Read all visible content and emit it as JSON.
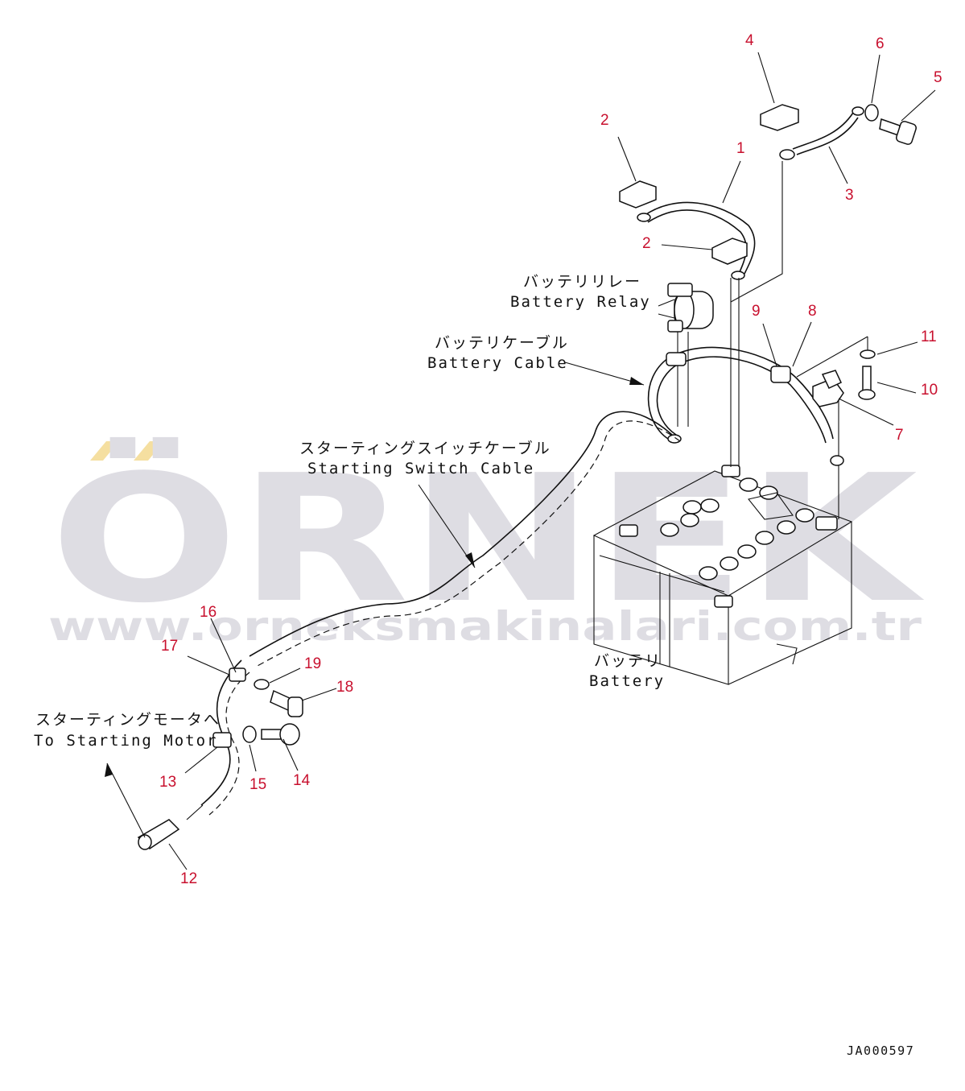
{
  "watermark": {
    "brand": "ÖRNEK",
    "url": "www.orneksmakinalari.com.tr",
    "accent_color": "#f5dfa0",
    "text_color": "#dedde3"
  },
  "labels": {
    "battery_relay_jp": "バッテリリレー",
    "battery_relay_en": "Battery Relay",
    "battery_cable_jp": "バッテリケーブル",
    "battery_cable_en": "Battery Cable",
    "starting_switch_cable_jp": "スターティングスイッチケーブル",
    "starting_switch_cable_en": "Starting Switch Cable",
    "battery_jp": "バッテリ",
    "battery_en": "Battery",
    "to_starting_motor_jp": "スターティングモータへ",
    "to_starting_motor_en": "To Starting Motor"
  },
  "callouts": [
    "1",
    "2",
    "2",
    "3",
    "4",
    "5",
    "6",
    "7",
    "8",
    "9",
    "10",
    "11",
    "12",
    "13",
    "14",
    "15",
    "16",
    "17",
    "18",
    "19"
  ],
  "doc_id": "JA000597",
  "colors": {
    "callout": "#c8102e",
    "line": "#111111"
  }
}
